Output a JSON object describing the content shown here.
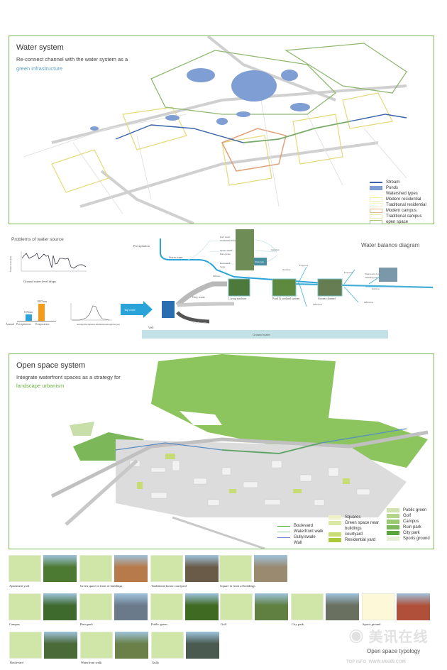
{
  "water_system": {
    "title": "Water system",
    "subtitle_line1": "Re-connect channel with the water system as a",
    "subtitle_line2": "green infrastructure",
    "legend": [
      {
        "label": "Stream",
        "color": "#3a64a8"
      },
      {
        "label": "Ponds",
        "color": "#7f9fd4"
      },
      {
        "label": "Watershed types",
        "color": ""
      },
      {
        "label": "Modern residential",
        "color": "#f3ecaa"
      },
      {
        "label": "Traditional residential",
        "color": "#f7f2cf"
      },
      {
        "label": "Modern campus",
        "color": "#e8b88a"
      },
      {
        "label": "Traditional campus",
        "color": "#e9eeb0"
      },
      {
        "label": "open space",
        "color": "#a6c58a"
      }
    ]
  },
  "water_source": {
    "title": "Problems of water source",
    "groundwater_caption": "Ground water level drops",
    "groundwater_ylabel": "Water level (m)",
    "annual_label": "Annual",
    "bars": [
      {
        "label": "Precipitation",
        "value_label": "619mm",
        "color": "#2aa3d8"
      },
      {
        "label": "Evaporation",
        "value_label": "1807mm",
        "color": "#f39c1a"
      }
    ],
    "monthly_caption": "Average Precipitation distribution through the year"
  },
  "water_balance": {
    "title": "Water balance diagram",
    "precipitation": "Precipitation",
    "storm_water": "Storm water",
    "roof_runoff": "Roof runoff",
    "stormwater_planter": "Stormwater planter",
    "surface_runoff": "Surface runoff",
    "rain_garden": "Rain garden",
    "road_runoff": "Road runoff",
    "swale": "Swale",
    "retention": "Retention",
    "water_tank": "Water tank",
    "overflow": "Overflow",
    "infiltrate": "Infiltrate",
    "evaporate": "Evaporate",
    "infiltration": "Infiltration",
    "tap_water": "Tap water",
    "grey_water": "Grey water",
    "black_water": "Black water",
    "living_machine": "Living machine",
    "pond_wetland": "Pond & wetland system",
    "stream_channel": "Stream channel",
    "water_source_line1": "Water source for",
    "water_source_line2": "Yuanmingyuan",
    "out_flow": "Out flow",
    "well": "Well",
    "ground_water": "Ground water"
  },
  "open_space": {
    "title": "Open space system",
    "subtitle_line1": "Integrate waterfront spaces as a strategy for",
    "subtitle_line2": "landscape urbanism",
    "legend_lines": [
      {
        "label": "Boulevard",
        "color": "#5aa845"
      },
      {
        "label": "Waterfront walk",
        "color": "#9fd0a0"
      },
      {
        "label": "Gully/swale",
        "color": "#6b8cc4"
      },
      {
        "label": "Wall",
        "color": ""
      }
    ],
    "legend_mid": [
      {
        "label": "Squares",
        "color": "#eef2c6"
      },
      {
        "label": "Green space near buildings",
        "color": "#dbe8a6"
      },
      {
        "label": "courtyard",
        "color": "#c8dc74"
      },
      {
        "label": "Residential yard",
        "color": "#a9c83a"
      }
    ],
    "legend_right": [
      {
        "label": "Public green",
        "color": "#cfe2b0"
      },
      {
        "label": "Golf",
        "color": "#b5d68a"
      },
      {
        "label": "Campus",
        "color": "#98c870"
      },
      {
        "label": "Ruin park",
        "color": "#7cb85a"
      },
      {
        "label": "City park",
        "color": "#5aa63c"
      },
      {
        "label": "Sports ground",
        "color": "#e6efd6"
      }
    ]
  },
  "typology": {
    "title": "Open space typology",
    "items": [
      {
        "label": "Apartment yard"
      },
      {
        "label": "Green space in front of buildings"
      },
      {
        "label": "Traditional house courtyard"
      },
      {
        "label": "Square in front of buildings"
      },
      {
        "label": "Campus"
      },
      {
        "label": "Ruin park"
      },
      {
        "label": "Public green"
      },
      {
        "label": "Golf"
      },
      {
        "label": "City park"
      },
      {
        "label": "Sports ground"
      },
      {
        "label": "Boulevard"
      },
      {
        "label": "Waterfront walk"
      },
      {
        "label": "Gully"
      }
    ]
  },
  "watermark": {
    "text": "美讯在线",
    "sub": "TOP INFO  WWW.M6699.COM"
  }
}
